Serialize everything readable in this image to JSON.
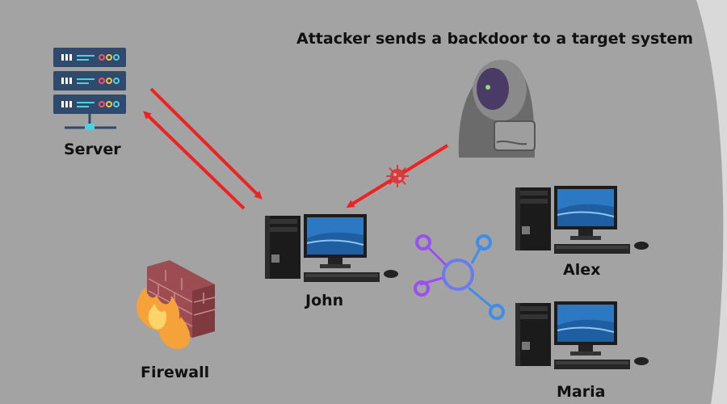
{
  "title": "Attacker sends a backdoor to a target system",
  "nodes": {
    "server": {
      "label": "Server",
      "icon": "server-rack-icon"
    },
    "attacker": {
      "icon": "hooded-hacker-icon"
    },
    "john": {
      "label": "John",
      "icon": "desktop-computer-icon"
    },
    "alex": {
      "label": "Alex",
      "icon": "desktop-computer-icon"
    },
    "maria": {
      "label": "Maria",
      "icon": "desktop-computer-icon"
    },
    "firewall": {
      "label": "Firewall",
      "icon": "burning-firewall-icon"
    },
    "network": {
      "icon": "network-hub-icon"
    }
  },
  "colors": {
    "background": "#a3a3a3",
    "arrow": "#ee2222",
    "virus": "#d83b3b",
    "server_body": "#2f4a6d",
    "hub_blue": "#3d8ee8",
    "hub_purple": "#9a4ff0"
  }
}
